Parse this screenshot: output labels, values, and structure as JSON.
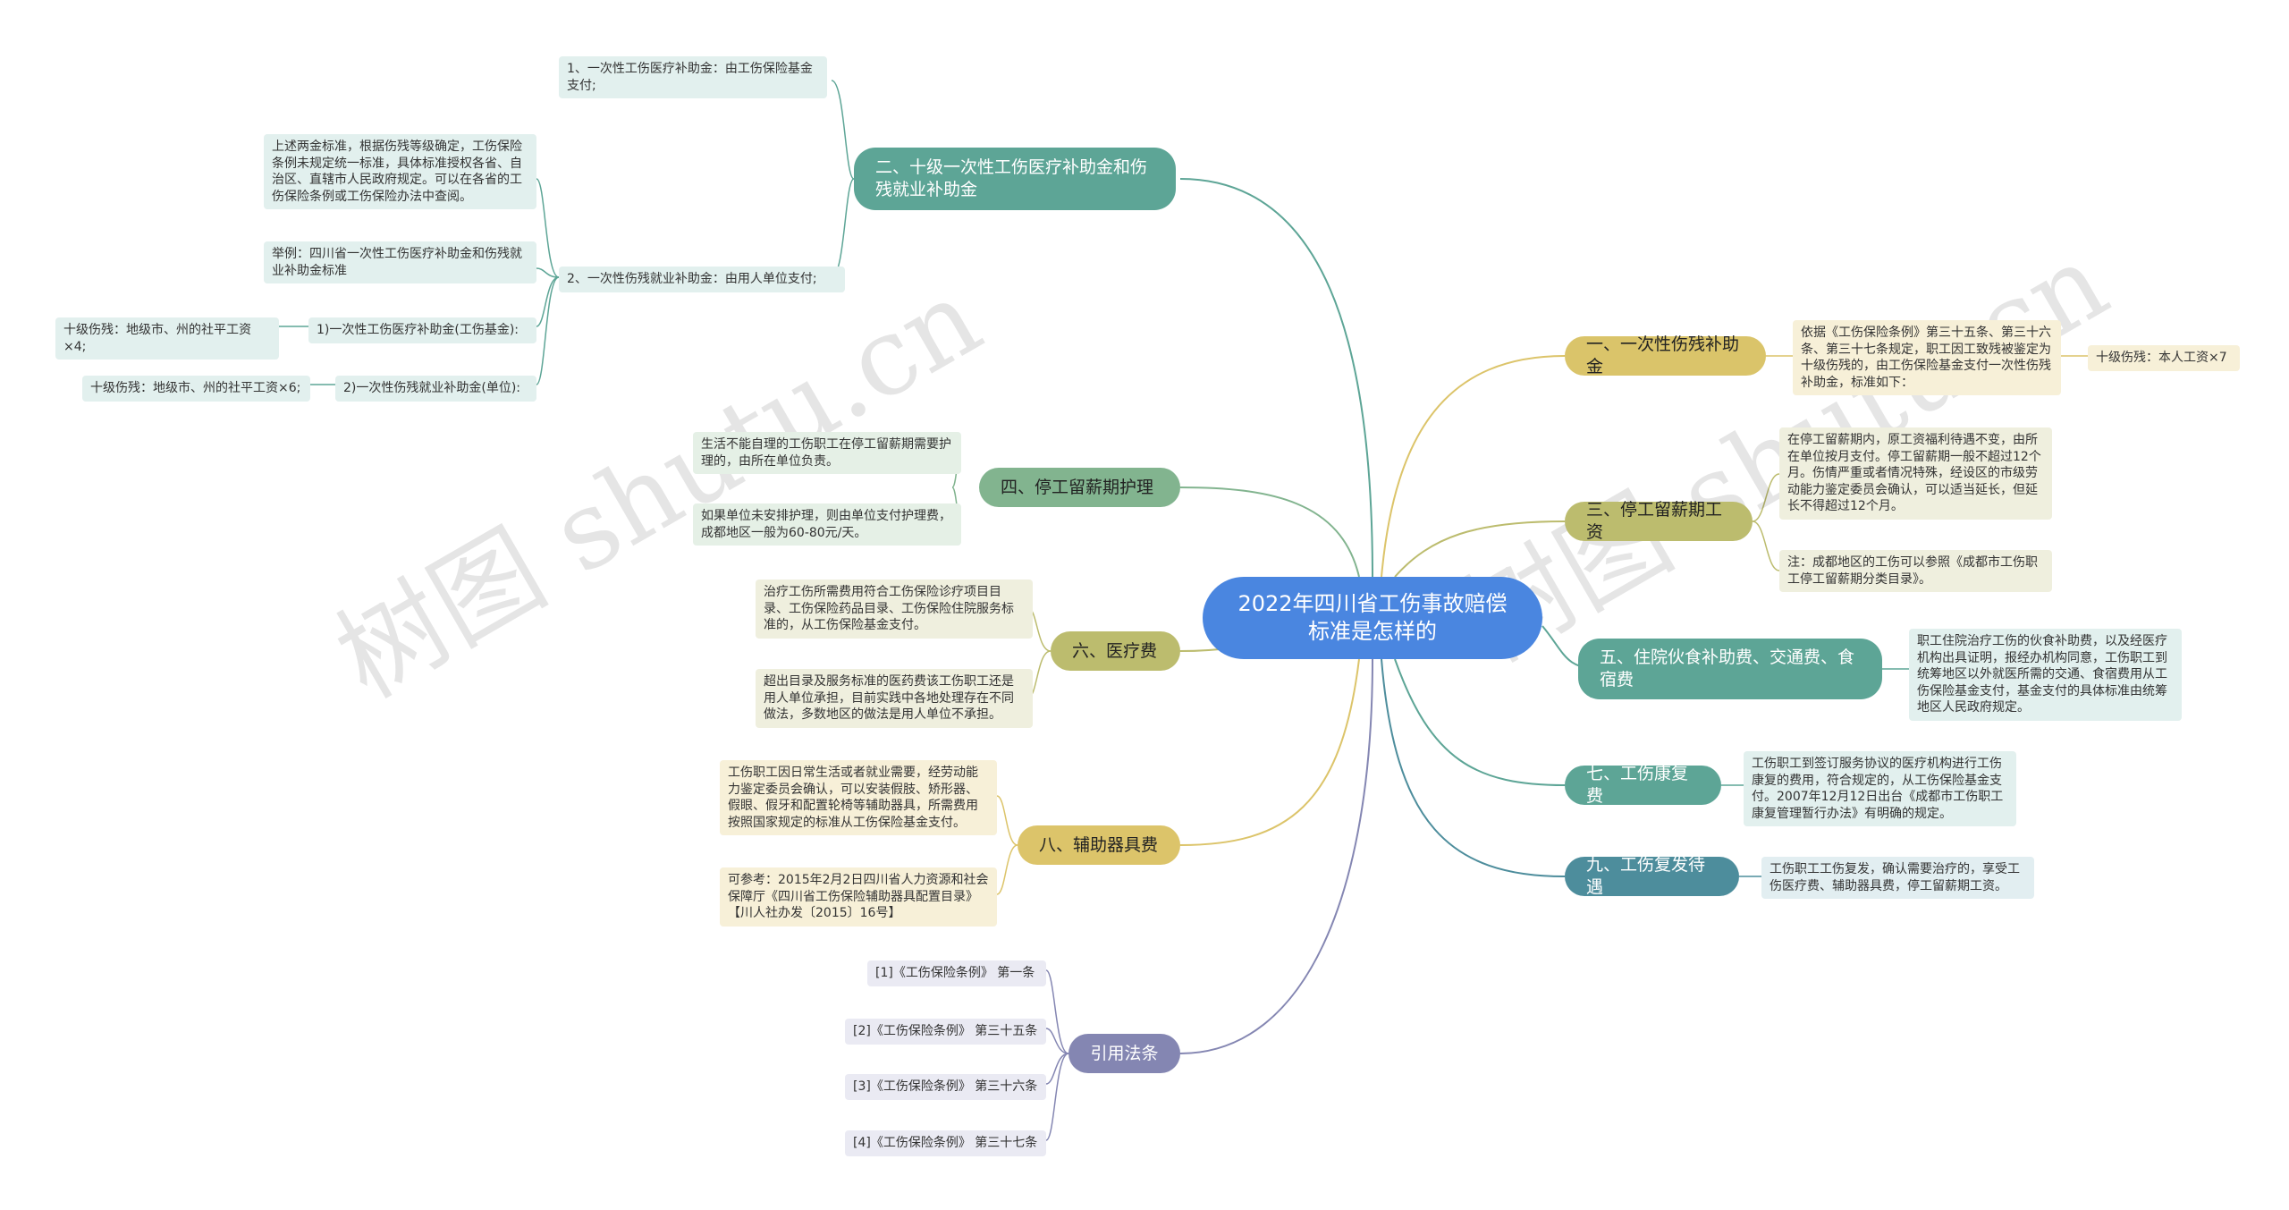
{
  "root": "2022年四川省工伤事故赔偿标准是怎样的",
  "watermark": [
    "树图 shutu.cn",
    "树图 shutu.cn"
  ],
  "colors": {
    "root": "#4a86e0",
    "green": "#5da596",
    "sage": "#82b48f",
    "olive": "#bcbc6e",
    "gold": "#dcc46a",
    "teal": "#4d8d9c",
    "purple": "#8486b2"
  },
  "b2": {
    "title": "二、十级一次性工伤医疗补助金和伤残就业补助金",
    "c1": "1、一次性工伤医疗补助金：由工伤保险基金支付;",
    "c2": "2、一次性伤残就业补助金：由用人单位支付;",
    "note1": "上述两金标准，根据伤残等级确定，工伤保险条例未规定统一标准，具体标准授权各省、自治区、直辖市人民政府规定。可以在各省的工伤保险条例或工伤保险办法中查阅。",
    "note2": "举例：四川省一次性工伤医疗补助金和伤残就业补助金标准",
    "s1": "1)一次性工伤医疗补助金(工伤基金):",
    "s1v": "十级伤残：地级市、州的社平工资×4;",
    "s2": "2)一次性伤残就业补助金(单位):",
    "s2v": "十级伤残：地级市、州的社平工资×6;"
  },
  "b4": {
    "title": "四、停工留薪期护理",
    "c1": "生活不能自理的工伤职工在停工留薪期需要护理的，由所在单位负责。",
    "c2": "如果单位未安排护理，则由单位支付护理费，成都地区一般为60-80元/天。"
  },
  "b6": {
    "title": "六、医疗费",
    "c1": "治疗工伤所需费用符合工伤保险诊疗项目目录、工伤保险药品目录、工伤保险住院服务标准的，从工伤保险基金支付。",
    "c2": "超出目录及服务标准的医药费该工伤职工还是用人单位承担，目前实践中各地处理存在不同做法，多数地区的做法是用人单位不承担。"
  },
  "b8": {
    "title": "八、辅助器具费",
    "c1": "工伤职工因日常生活或者就业需要，经劳动能力鉴定委员会确认，可以安装假肢、矫形器、假眼、假牙和配置轮椅等辅助器具，所需费用按照国家规定的标准从工伤保险基金支付。",
    "c2": "可参考：2015年2月2日四川省人力资源和社会保障厅《四川省工伤保险辅助器具配置目录》【川人社办发〔2015〕16号】"
  },
  "bref": {
    "title": "引用法条",
    "items": [
      "[1]《工伤保险条例》 第一条",
      "[2]《工伤保险条例》 第三十五条",
      "[3]《工伤保险条例》 第三十六条",
      "[4]《工伤保险条例》 第三十七条"
    ]
  },
  "b1": {
    "title": "一、一次性伤残补助金",
    "c1": "依据《工伤保险条例》第三十五条、第三十六条、第三十七条规定，职工因工致残被鉴定为十级伤残的，由工伤保险基金支付一次性伤残补助金，标准如下：",
    "c1a": "十级伤残：本人工资×7"
  },
  "b3": {
    "title": "三、停工留薪期工资",
    "c1": "在停工留薪期内，原工资福利待遇不变，由所在单位按月支付。停工留薪期一般不超过12个月。伤情严重或者情况特殊，经设区的市级劳动能力鉴定委员会确认，可以适当延长，但延长不得超过12个月。",
    "c2": "注：成都地区的工伤可以参照《成都市工伤职工停工留薪期分类目录》。"
  },
  "b5": {
    "title": "五、住院伙食补助费、交通费、食宿费",
    "c1": "职工住院治疗工伤的伙食补助费，以及经医疗机构出具证明，报经办机构同意，工伤职工到统筹地区以外就医所需的交通、食宿费用从工伤保险基金支付，基金支付的具体标准由统筹地区人民政府规定。"
  },
  "b7": {
    "title": "七、工伤康复费",
    "c1": "工伤职工到签订服务协议的医疗机构进行工伤康复的费用，符合规定的，从工伤保险基金支付。2007年12月12日出台《成都市工伤职工康复管理暂行办法》有明确的规定。"
  },
  "b9": {
    "title": "九、工伤复发待遇",
    "c1": "工伤职工工伤复发，确认需要治疗的，享受工伤医疗费、辅助器具费，停工留薪期工资。"
  }
}
